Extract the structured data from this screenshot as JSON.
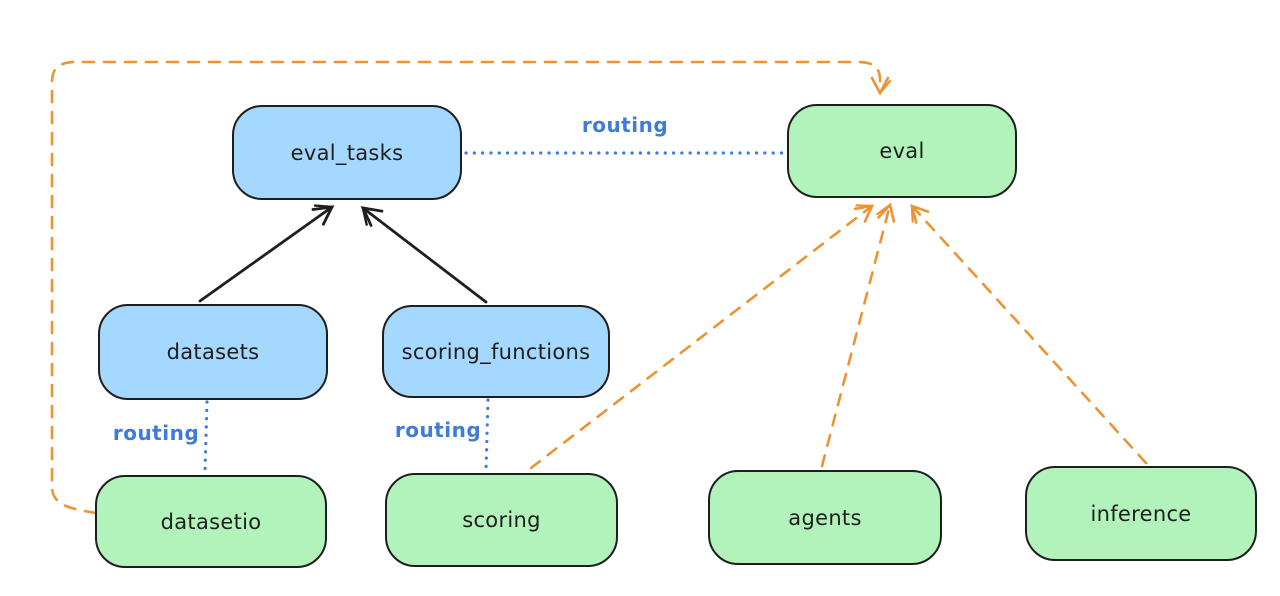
{
  "diagram": {
    "nodes": [
      {
        "id": "eval_tasks",
        "label": "eval_tasks",
        "kind": "resource"
      },
      {
        "id": "eval",
        "label": "eval",
        "kind": "api"
      },
      {
        "id": "datasets",
        "label": "datasets",
        "kind": "resource"
      },
      {
        "id": "scoring_functions",
        "label": "scoring_functions",
        "kind": "resource"
      },
      {
        "id": "datasetio",
        "label": "datasetio",
        "kind": "api"
      },
      {
        "id": "scoring",
        "label": "scoring",
        "kind": "api"
      },
      {
        "id": "agents",
        "label": "agents",
        "kind": "api"
      },
      {
        "id": "inference",
        "label": "inference",
        "kind": "api"
      }
    ],
    "edges": [
      {
        "from": "datasets",
        "to": "eval_tasks",
        "style": "solid",
        "label": ""
      },
      {
        "from": "scoring_functions",
        "to": "eval_tasks",
        "style": "solid",
        "label": ""
      },
      {
        "from": "eval_tasks",
        "to": "eval",
        "style": "dotted",
        "label": "routing"
      },
      {
        "from": "datasets",
        "to": "datasetio",
        "style": "dotted",
        "label": "routing"
      },
      {
        "from": "scoring_functions",
        "to": "scoring",
        "style": "dotted",
        "label": "routing"
      },
      {
        "from": "datasetio",
        "to": "eval",
        "style": "dashed",
        "label": ""
      },
      {
        "from": "scoring",
        "to": "eval",
        "style": "dashed",
        "label": ""
      },
      {
        "from": "agents",
        "to": "eval",
        "style": "dashed",
        "label": ""
      },
      {
        "from": "inference",
        "to": "eval",
        "style": "dashed",
        "label": ""
      }
    ],
    "colors": {
      "resource_fill": "#a5d8ff",
      "api_fill": "#b2f2bb",
      "stroke": "#1e1e1e",
      "routing_blue": "#3e7cd6",
      "dashed_orange": "#ec9333",
      "background": "#ffffff"
    }
  }
}
